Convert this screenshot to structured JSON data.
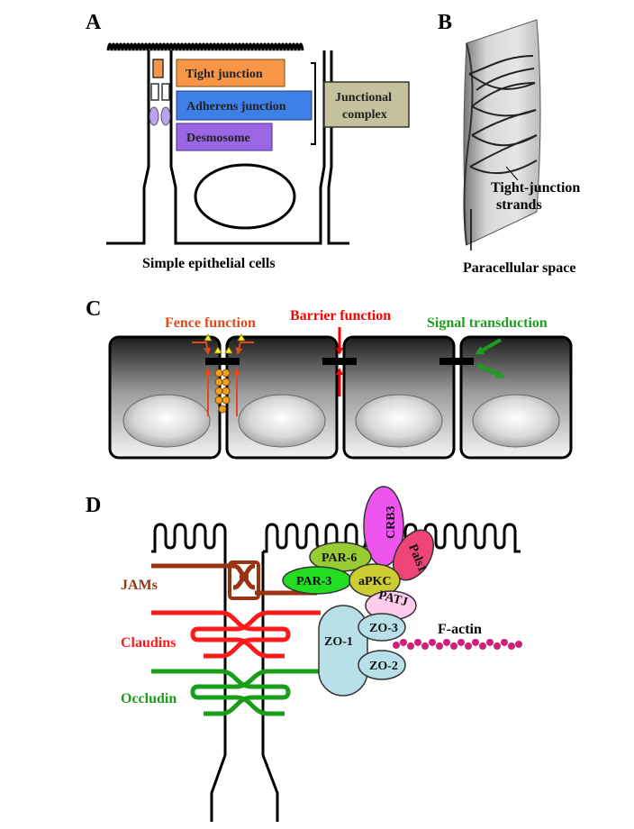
{
  "panels": {
    "a": {
      "label": "A",
      "tight_junction": "Tight junction",
      "adherens_junction": "Adherens junction",
      "desmosome": "Desmosome",
      "junctional_complex_line1": "Junctional",
      "junctional_complex_line2": "complex",
      "caption": "Simple epithelial cells"
    },
    "b": {
      "label": "B",
      "strands_line1": "Tight-junction",
      "strands_line2": "strands",
      "paracellular": "Paracellular space"
    },
    "c": {
      "label": "C",
      "fence": "Fence function",
      "barrier": "Barrier function",
      "signal": "Signal transduction"
    },
    "d": {
      "label": "D",
      "jams": "JAMs",
      "claudins": "Claudins",
      "occludin": "Occludin",
      "fact": "F-actin",
      "proteins": {
        "crb3": "CRB3",
        "pals1": "Pals1",
        "par6": "PAR-6",
        "par3": "PAR-3",
        "apkc": "aPKC",
        "patj": "PATJ",
        "zo1": "ZO-1",
        "zo3": "ZO-3",
        "zo2": "ZO-2"
      }
    }
  },
  "colors": {
    "tight": "#f79646",
    "adherens": "#3f7fe8",
    "desmosome": "#9966e6",
    "junctional": "#c4c29c",
    "fence": "#e04a1a",
    "barrier": "#ff0000",
    "signal": "#1e9e1e",
    "jams": "#993311",
    "claudins": "#ff1a1a",
    "occludin": "#1a9e1a",
    "zo": "#b7e0e8",
    "crb3": "#ee55ee",
    "pals1": "#ee4477",
    "par6": "#99cc33",
    "par3": "#22dd22",
    "apkc": "#cccc33",
    "patj": "#ffccee",
    "factin": "#cc2277"
  }
}
